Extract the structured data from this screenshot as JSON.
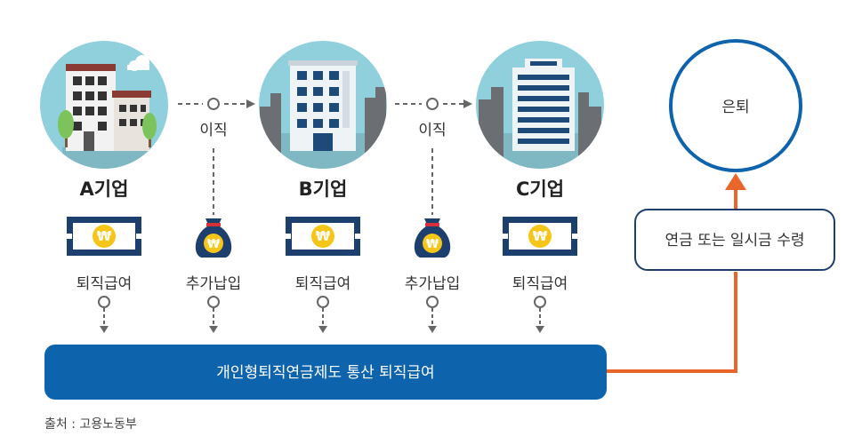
{
  "companies": [
    {
      "name": "A기업",
      "benefit": "퇴직급여"
    },
    {
      "name": "B기업",
      "benefit": "퇴직급여"
    },
    {
      "name": "C기업",
      "benefit": "퇴직급여"
    }
  ],
  "transfers": [
    {
      "label": "이직",
      "deposit": "추가납입"
    },
    {
      "label": "이직",
      "deposit": "추가납입"
    }
  ],
  "irp_bar": "개인형퇴직연금제도 통산 퇴직급여",
  "payout": "연금 또는 일시금 수령",
  "retirement": "은퇴",
  "source": "출처 : 고용노동부",
  "colors": {
    "navy": "#1d3f6e",
    "blue": "#0e63ad",
    "orange": "#e8662a",
    "teal": "#8fd0dc",
    "grey": "#666666",
    "gold": "#f5c518"
  },
  "icons": {
    "company": "building-icon",
    "benefit": "banknote-icon",
    "deposit": "money-bag-icon"
  }
}
